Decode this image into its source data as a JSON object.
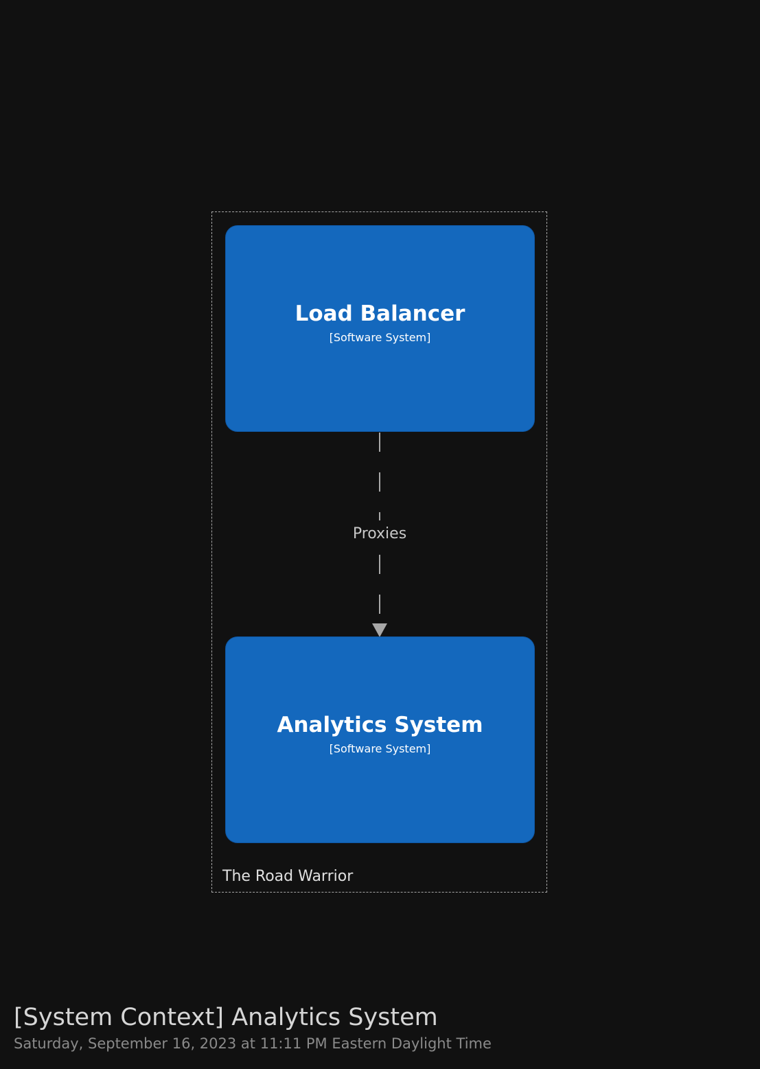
{
  "boundary": {
    "label": "The Road Warrior"
  },
  "nodes": [
    {
      "id": "load-balancer",
      "title": "Load Balancer",
      "type": "[Software System]"
    },
    {
      "id": "analytics-system",
      "title": "Analytics System",
      "type": "[Software System]"
    }
  ],
  "edges": [
    {
      "from": "load-balancer",
      "to": "analytics-system",
      "label": "Proxies"
    }
  ],
  "footer": {
    "title": "[System Context] Analytics System",
    "subtitle": "Saturday, September 16, 2023 at 11:11 PM Eastern Daylight Time"
  },
  "colors": {
    "background": "#111111",
    "node_fill": "#1468bd",
    "boundary_stroke": "#a8a8a8",
    "edge_stroke": "#a8a8a8"
  }
}
